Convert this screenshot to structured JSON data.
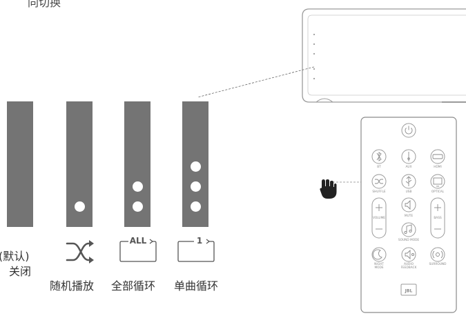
{
  "top_caption": "同切换",
  "modes": [
    {
      "caption_line1": "(默认)",
      "caption_line2": "关闭"
    },
    {
      "caption": "随机播放"
    },
    {
      "caption": "全部循环",
      "icon_text": "ALL"
    },
    {
      "caption": "单曲循环",
      "icon_text": "1"
    }
  ],
  "remote": {
    "labels": {
      "bt": "BT",
      "aux": "AUX",
      "hdmi": "HDMI",
      "shuffle": "SHUFFLE",
      "usb": "USB",
      "optical": "OPTICAL",
      "volume": "VOLUME",
      "mute": "MUTE",
      "bass": "BASS",
      "sound_mode": "SOUND MODE",
      "night_mode_1": "NIGHT",
      "night_mode_2": "MODE",
      "audio_feedback_1": "AUDIO",
      "audio_feedback_2": "FEEDBACK",
      "surround": "SURROUND"
    },
    "logo": "JBL"
  }
}
